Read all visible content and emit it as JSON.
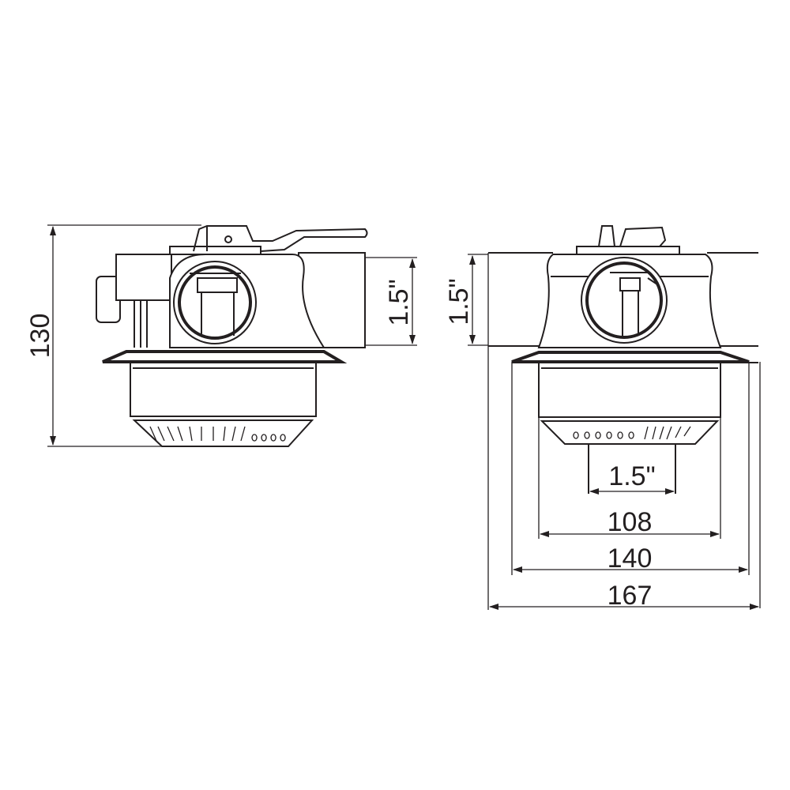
{
  "dimensions": {
    "side_height": "130",
    "side_port": "1.5\"",
    "front_port": "1.5\"",
    "bottom_port": "1.5\"",
    "bowl_width": "108",
    "flange_width": "140",
    "overall_width": "167"
  },
  "colors": {
    "line": "#231f20",
    "background": "#ffffff"
  }
}
